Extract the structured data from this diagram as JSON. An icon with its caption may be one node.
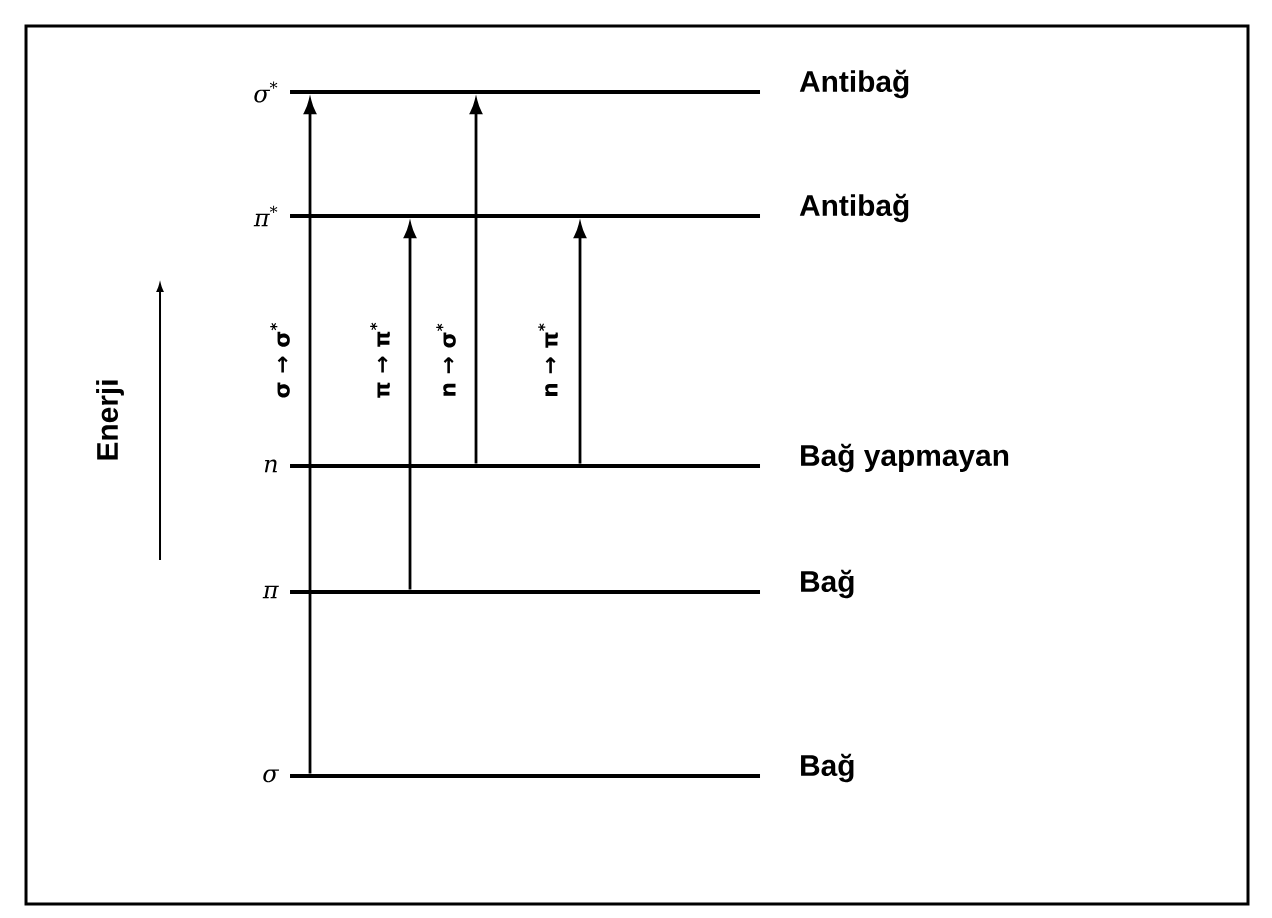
{
  "diagram": {
    "nodes": [
      {
        "text": [
          "σ$^{*}$"
        ],
        "beside": [
          "Antibağ"
        ]
      },
      {
        "text": [
          "π$^{*}$"
        ],
        "beside": [
          "Antibağ"
        ]
      },
      {
        "text": [
          "n"
        ],
        "beside": [
          "Bağ yapmayan"
        ]
      },
      {
        "text": [
          "π"
        ],
        "beside": [
          "Bağ"
        ]
      },
      {
        "text": [
          "σ"
        ],
        "beside": [
          "Bağ"
        ]
      }
    ],
    "edges": [
      {
        "from": 4,
        "to": 0,
        "arrow": "to",
        "label": "σ → σ$^{*}$"
      },
      {
        "from": 3,
        "to": 1,
        "arrow": "to",
        "label": "π → π$^{*}$"
      },
      {
        "from": 2,
        "to": 0,
        "arrow": "to",
        "label": "n → σ$^{*}$"
      },
      {
        "from": 2,
        "to": 1,
        "arrow": "to",
        "label": "n → π$^{*}$"
      }
    ],
    "labels": [
      "Enerji"
    ]
  }
}
